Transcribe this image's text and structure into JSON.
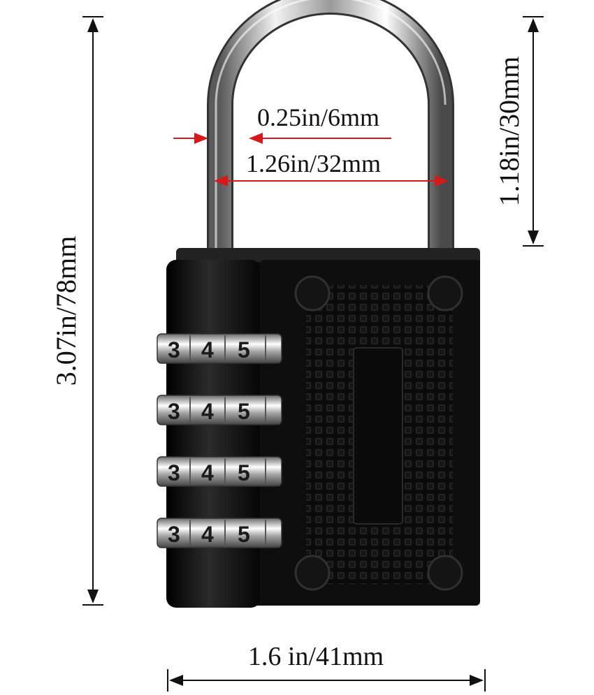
{
  "dimensions": {
    "total_height": "3.07in/78mm",
    "shackle_height": "1.18in/30mm",
    "shackle_diameter": "0.25in/6mm",
    "shackle_inner_width": "1.26in/32mm",
    "body_width": "1.6 in/41mm"
  },
  "wheels": [
    [
      "3",
      "4",
      "5"
    ],
    [
      "3",
      "4",
      "5"
    ],
    [
      "3",
      "4",
      "5"
    ],
    [
      "3",
      "4",
      "5"
    ]
  ],
  "colors": {
    "body": "#0c0c0c",
    "shackle": "#c8c8c8",
    "dimension_line_red": "#d61a1a",
    "dimension_line_black": "#111111"
  }
}
